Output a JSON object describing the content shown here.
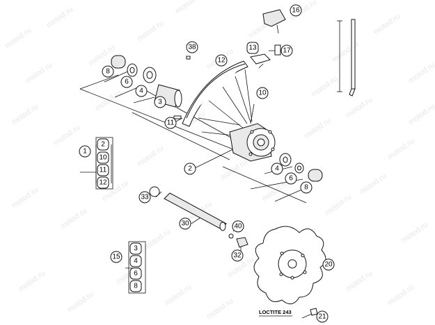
{
  "watermark": "motod.ru",
  "note_text": "LOCTITE 243",
  "callouts": {
    "c1": "1",
    "c2a": "2",
    "c10a": "10",
    "c11a": "11",
    "c12a": "12",
    "c2": "2",
    "c3": "3",
    "c4a": "4",
    "c4b": "4",
    "c6a": "6",
    "c6b": "6",
    "c8a": "8",
    "c8b": "8",
    "c10": "10",
    "c11": "11",
    "c12": "12",
    "c13": "13",
    "c15": "15",
    "c3b": "3",
    "c4c": "4",
    "c6c": "6",
    "c8c": "8",
    "c16": "16",
    "c17": "17",
    "c20": "20",
    "c21": "21",
    "c30": "30",
    "c32": "32",
    "c33": "33",
    "c38": "38",
    "c40": "40"
  }
}
